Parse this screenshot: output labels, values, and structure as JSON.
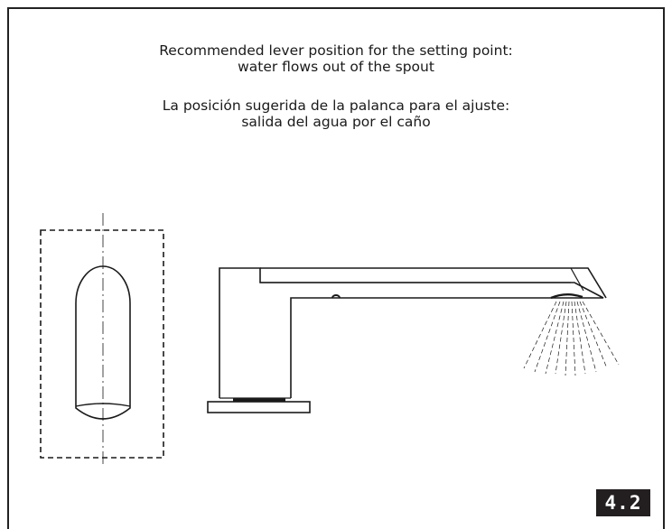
{
  "caption_english": {
    "line1": "Recommended lever position for the setting point:",
    "line2": "water flows out of the spout"
  },
  "caption_spanish": {
    "line1": "La posición sugerida de la palanca para el ajuste:",
    "line2": "salida del agua por el caño"
  },
  "figure_number": "4.2",
  "colors": {
    "line": "#1a1a1a",
    "badge_bg": "#231f20",
    "badge_text": "#ffffff"
  }
}
